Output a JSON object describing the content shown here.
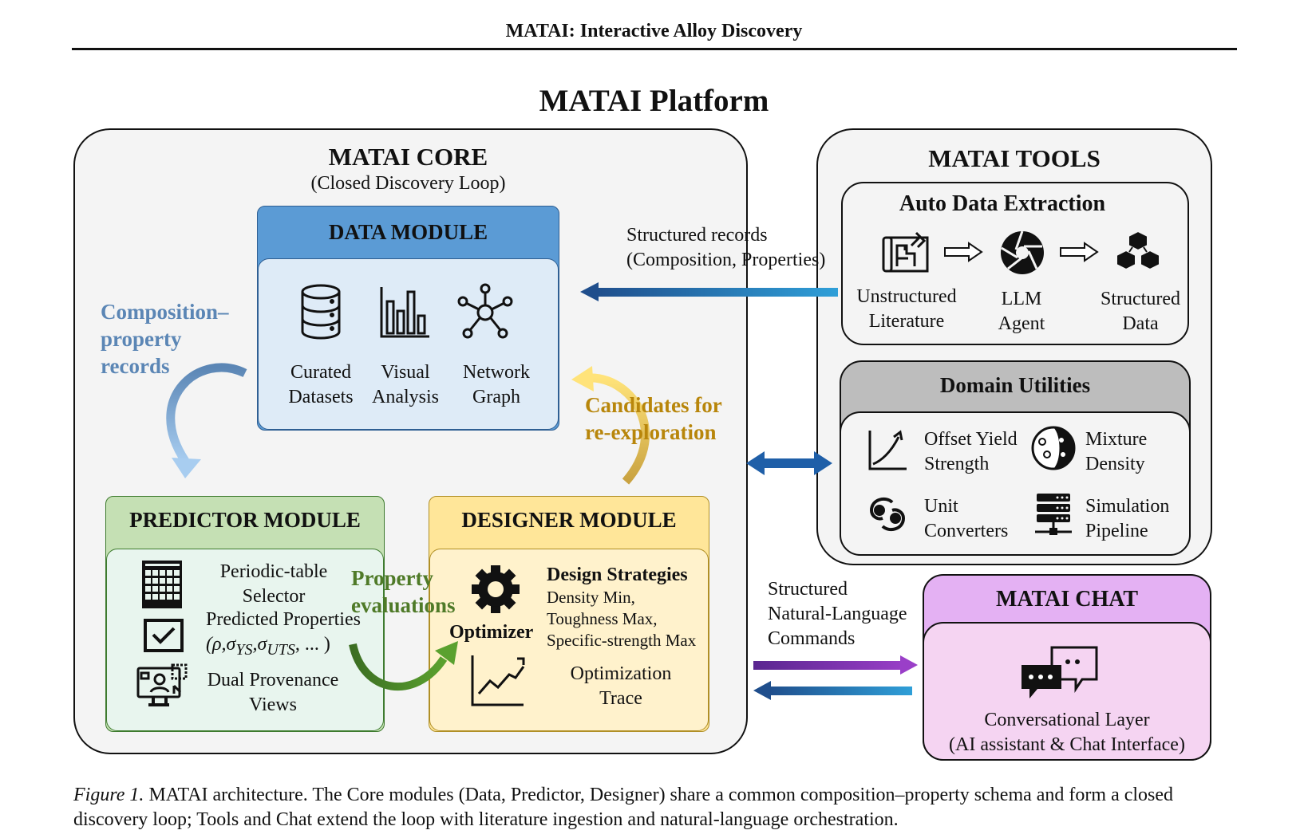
{
  "header": {
    "running_title": "MATAI: Interactive Alloy Discovery"
  },
  "platform_title": "MATAI Platform",
  "core": {
    "title": "MATAI CORE",
    "subtitle": "(Closed Discovery Loop)",
    "data_module": {
      "title": "DATA MODULE",
      "items": [
        {
          "line1": "Curated",
          "line2": "Datasets",
          "icon": "database-icon"
        },
        {
          "line1": "Visual",
          "line2": "Analysis",
          "icon": "bar-chart-icon"
        },
        {
          "line1": "Network",
          "line2": "Graph",
          "icon": "network-graph-icon"
        }
      ]
    },
    "predictor_module": {
      "title": "PREDICTOR MODULE",
      "items": [
        {
          "line1": "Periodic-table",
          "line2": "Selector",
          "icon": "periodic-table-icon"
        },
        {
          "line1": "Predicted Properties",
          "line2": "(ρ,σ",
          "sub1": "YS",
          "sep": ",σ",
          "sub2": "UTS",
          "tail": ", ... )",
          "icon": "checkbox-icon"
        },
        {
          "line1": "Dual Provenance",
          "line2": "Views",
          "icon": "provenance-monitor-icon"
        }
      ]
    },
    "designer_module": {
      "title": "DESIGNER MODULE",
      "optimizer_label": "Optimizer",
      "strategies_title": "Design Strategies",
      "strategies": [
        "Density Min,",
        "Toughness Max,",
        "Specific-strength Max"
      ],
      "trace_line1": "Optimization",
      "trace_line2": "Trace"
    },
    "flows": {
      "composition_records": [
        "Composition–",
        "property",
        "records"
      ],
      "candidates": [
        "Candidates for",
        "re-exploration"
      ],
      "property_evaluations": [
        "Property",
        "evaluations"
      ]
    }
  },
  "tools": {
    "title": "MATAI TOOLS",
    "auto_extraction": {
      "title": "Auto Data Extraction",
      "steps": [
        {
          "line1": "Unstructured",
          "line2": "Literature",
          "icon": "blueprint-document-icon"
        },
        {
          "line1": "LLM",
          "line2": "Agent",
          "icon": "aperture-icon"
        },
        {
          "line1": "Structured",
          "line2": "Data",
          "icon": "cubes-icon"
        }
      ]
    },
    "domain_utilities": {
      "title": "Domain Utilities",
      "items": [
        {
          "line1": "Offset Yield",
          "line2": "Strength",
          "icon": "stress-strain-curve-icon"
        },
        {
          "line1": "Mixture",
          "line2": "Density",
          "icon": "mixture-circle-icon"
        },
        {
          "line1": "Unit",
          "line2": "Converters",
          "icon": "converter-icon"
        },
        {
          "line1": "Simulation",
          "line2": "Pipeline",
          "icon": "server-pipeline-icon"
        }
      ]
    }
  },
  "chat": {
    "title": "MATAI CHAT",
    "line1": "Conversational Layer",
    "line2": "(AI assistant & Chat Interface)"
  },
  "connectors": {
    "structured_records": [
      "Structured records",
      "(Composition, Properties)"
    ],
    "nl_commands": [
      "Structured",
      "Natural-Language",
      "Commands"
    ]
  },
  "caption": {
    "label": "Figure 1.",
    "text": " MATAI architecture. The Core modules (Data, Predictor, Designer) share a common composition–property schema and form a closed discovery loop; Tools and Chat extend the loop with literature ingestion and natural-language orchestration."
  },
  "colors": {
    "data_header": "#5b9bd5",
    "data_body": "#deebf7",
    "predictor_header": "#c5e0b4",
    "predictor_body": "#e8f5ee",
    "designer_header": "#ffe699",
    "designer_body": "#fff2cc",
    "chat_header": "#e4b1f3",
    "chat_body": "#f5d4f2",
    "domain_header": "#bdbdbd",
    "composition_text": "#5b86b5",
    "candidates_text": "#b8860b",
    "property_text": "#4f7a28",
    "arrow_blue": "#1f5fa8",
    "arrow_purple": "#7030a0"
  }
}
